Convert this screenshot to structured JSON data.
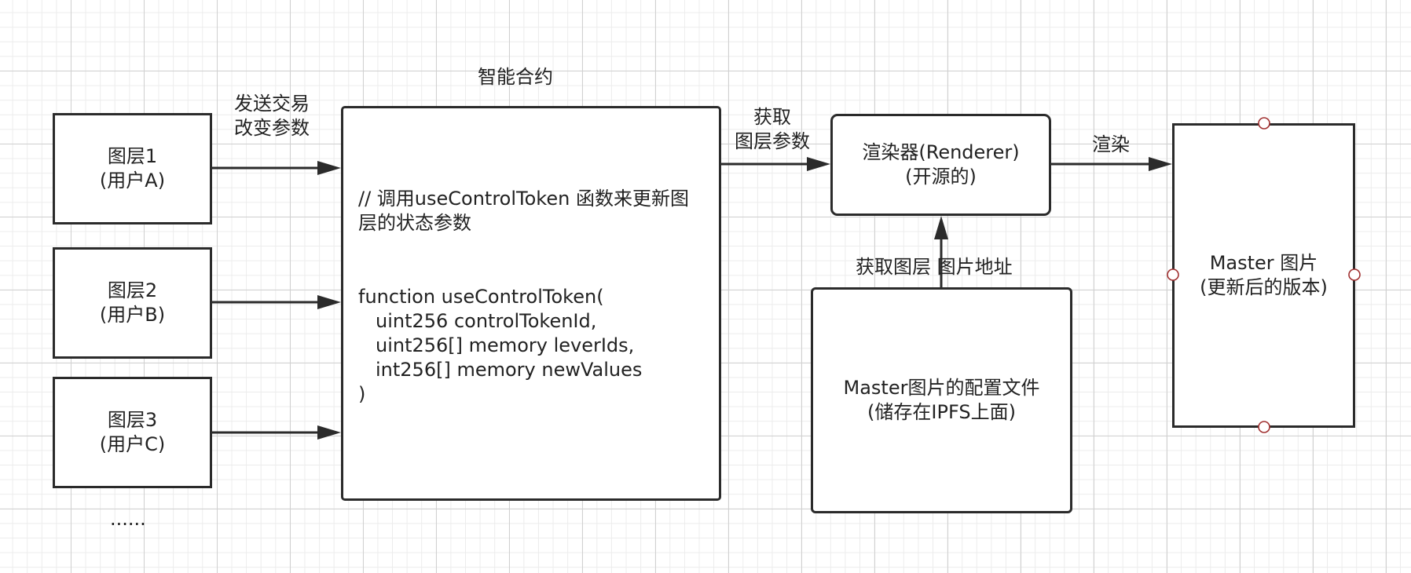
{
  "layers": [
    {
      "name": "图层1",
      "user": "(用户A)"
    },
    {
      "name": "图层2",
      "user": "(用户B)"
    },
    {
      "name": "图层3",
      "user": "(用户C)"
    }
  ],
  "ellipsis": "......",
  "arrow_send_tx": {
    "line1": "发送交易",
    "line2": "改变参数"
  },
  "contract": {
    "title": "智能合约",
    "comment": "// 调用useControlToken 函数来更新图层的状态参数",
    "code": [
      "function useControlToken(",
      "uint256 controlTokenId,",
      "uint256[] memory leverIds,",
      "int256[] memory newValues",
      ")"
    ]
  },
  "arrow_fetch_params": {
    "line1": "获取",
    "line2": "图层参数"
  },
  "renderer": {
    "line1": "渲染器(Renderer)",
    "line2": "(开源的)"
  },
  "arrow_render": "渲染",
  "arrow_fetch_image_addr": "获取图层 图片地址",
  "config": {
    "line1": "Master图片的配置文件",
    "line2": "(储存在IPFS上面)"
  },
  "master": {
    "line1": "Master 图片",
    "line2": "(更新后的版本)"
  }
}
